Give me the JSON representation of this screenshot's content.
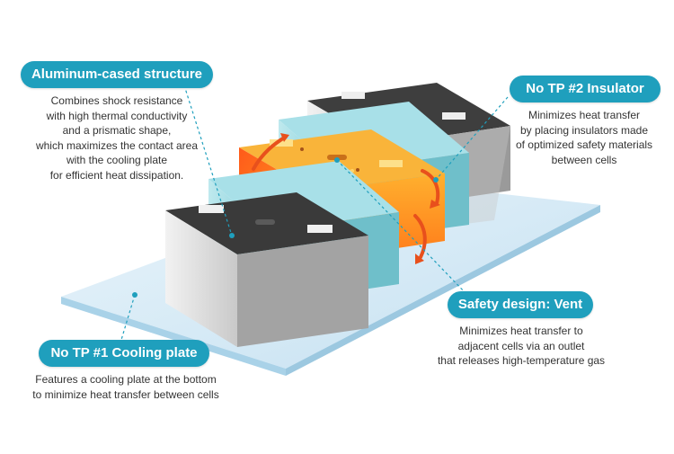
{
  "callouts": {
    "aluminum": {
      "title": "Aluminum-cased structure",
      "lines": [
        "Combines shock resistance",
        "with high thermal conductivity",
        "and a prismatic shape,",
        "which maximizes the contact area",
        "with the cooling plate",
        "for efficient heat dissipation."
      ]
    },
    "insulator": {
      "title": "No TP #2 Insulator",
      "lines": [
        "Minimizes heat transfer",
        "by placing insulators made",
        "of optimized safety materials",
        "between cells"
      ]
    },
    "vent": {
      "title": "Safety design: Vent",
      "lines": [
        "Minimizes heat transfer to",
        "adjacent cells via an outlet",
        "that releases high-temperature gas"
      ]
    },
    "cooling": {
      "title": "No TP #1 Cooling plate",
      "lines": [
        "Features a cooling plate at the bottom",
        "to minimize heat transfer between cells"
      ]
    }
  },
  "colors": {
    "accent": "#1f9fbd",
    "cooling_plate": "#cfe6f4",
    "insulator": "#8fd3dc",
    "hot_cell": "#f47a20",
    "cell_casing": "#d9d9d9"
  }
}
